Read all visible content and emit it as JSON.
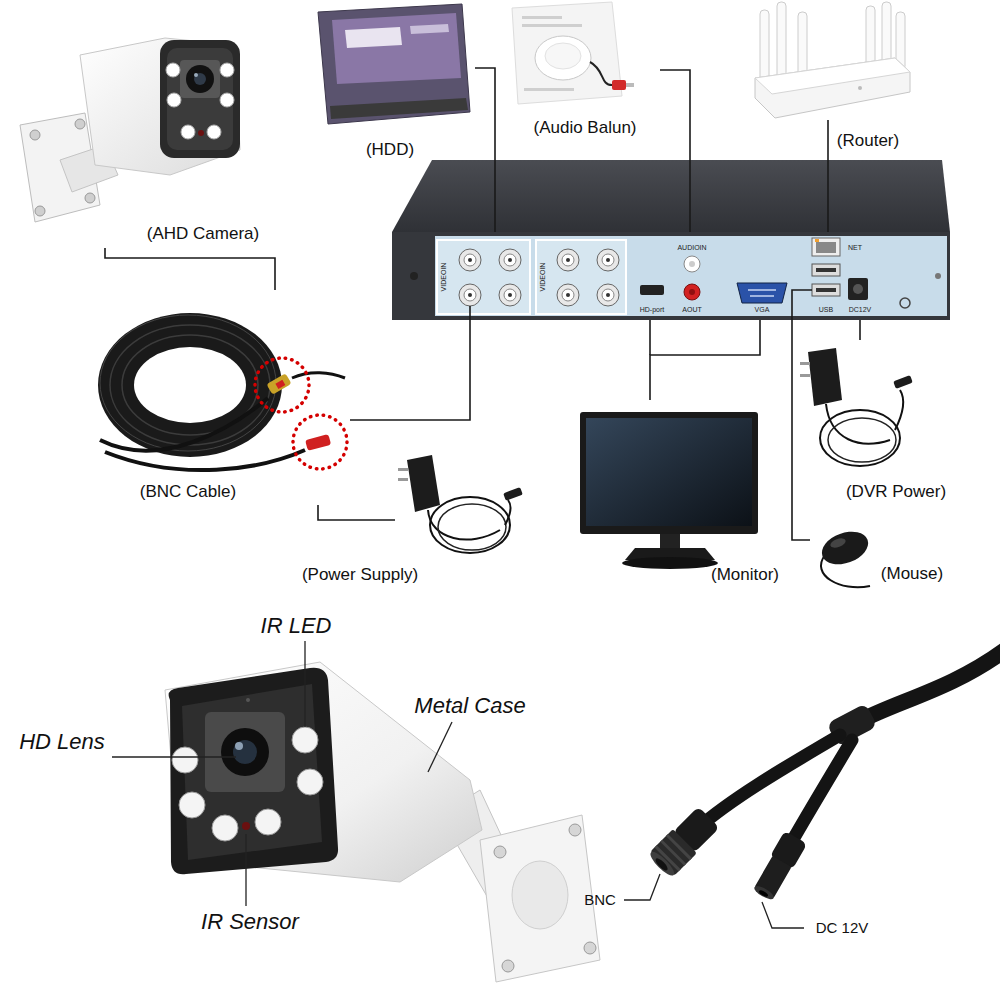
{
  "diagram": {
    "nodes": [
      {
        "text": [
          "(HDD)"
        ]
      },
      {
        "text": [
          "(Audio Balun)"
        ]
      },
      {
        "text": [
          "(Router)"
        ]
      },
      {
        "text": [
          "(AHD Camera)"
        ]
      },
      {
        "text": [
          "VIDEOIN",
          "VIDEOIN",
          "AUDIOIN",
          "AOUT",
          "HD-port",
          "VGA",
          "NET",
          "USB",
          "DC12V"
        ]
      },
      {
        "text": [
          "(BNC Cable)"
        ]
      },
      {
        "text": [
          "(Monitor)"
        ]
      },
      {
        "text": [
          "(DVR Power)"
        ]
      },
      {
        "text": [
          "(Power Supply)"
        ]
      },
      {
        "text": [
          "(Mouse)"
        ]
      }
    ],
    "edges": [
      {
        "from": 0,
        "to": 4,
        "arrow": "none"
      },
      {
        "from": 1,
        "to": 4,
        "arrow": "none"
      },
      {
        "from": 2,
        "to": 4,
        "arrow": "none"
      },
      {
        "from": 3,
        "to": 5,
        "arrow": "none"
      },
      {
        "from": 5,
        "to": 4,
        "arrow": "none"
      },
      {
        "from": 8,
        "to": 5,
        "arrow": "none"
      },
      {
        "from": 4,
        "to": 6,
        "arrow": "none"
      },
      {
        "from": 4,
        "to": 7,
        "arrow": "none"
      },
      {
        "from": 4,
        "to": 9,
        "arrow": "none"
      }
    ],
    "labels": [
      "IR LED",
      "Metal Case",
      "HD Lens",
      "IR Sensor",
      "BNC",
      "DC 12V"
    ]
  }
}
